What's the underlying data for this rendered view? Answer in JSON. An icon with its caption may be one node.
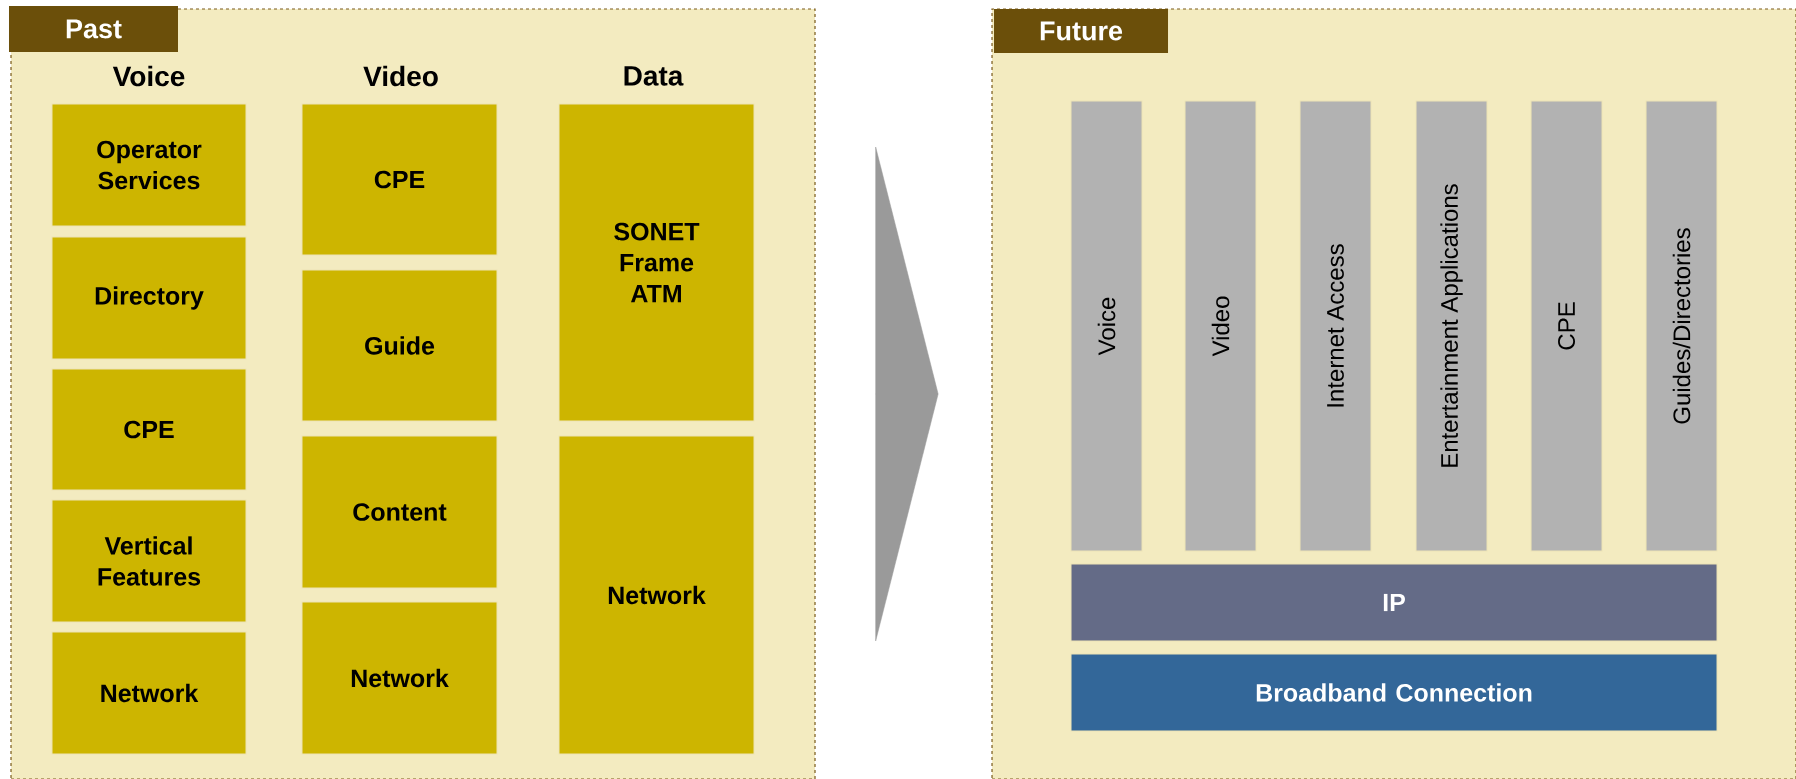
{
  "diagram": {
    "nodes": [
      {
        "text": [
          "Past"
        ]
      },
      {
        "text": [
          "Operator Services"
        ],
        "in": 0
      },
      {
        "text": [
          "Directory"
        ],
        "in": 0
      },
      {
        "text": [
          "CPE"
        ],
        "in": 0
      },
      {
        "text": [
          "Vertical Features"
        ],
        "in": 0
      },
      {
        "text": [
          "Network"
        ],
        "in": 0
      },
      {
        "text": [
          "CPE"
        ],
        "in": 0
      },
      {
        "text": [
          "Guide"
        ],
        "in": 0
      },
      {
        "text": [
          "Content"
        ],
        "in": 0
      },
      {
        "text": [
          "Network"
        ],
        "in": 0
      },
      {
        "text": [
          "SONET Frame ATM"
        ],
        "in": 0
      },
      {
        "text": [
          "Network"
        ],
        "in": 0
      },
      {
        "text": [
          "Future"
        ]
      },
      {
        "text": [
          "Voice"
        ],
        "in": 12
      },
      {
        "text": [
          "Video"
        ],
        "in": 12
      },
      {
        "text": [
          "Internet Access"
        ],
        "in": 12
      },
      {
        "text": [
          "Entertainment Applications"
        ],
        "in": 12
      },
      {
        "text": [
          "CPE"
        ],
        "in": 12
      },
      {
        "text": [
          "Guides/Directories"
        ],
        "in": 12
      },
      {
        "text": [
          "IP"
        ],
        "in": 12
      },
      {
        "text": [
          "Broadband Connection"
        ],
        "in": 12
      }
    ],
    "edges": [
      {
        "from": 0,
        "to": 12,
        "arrow": "to"
      }
    ],
    "labels": [
      "Voice",
      "Video",
      "Data"
    ]
  }
}
